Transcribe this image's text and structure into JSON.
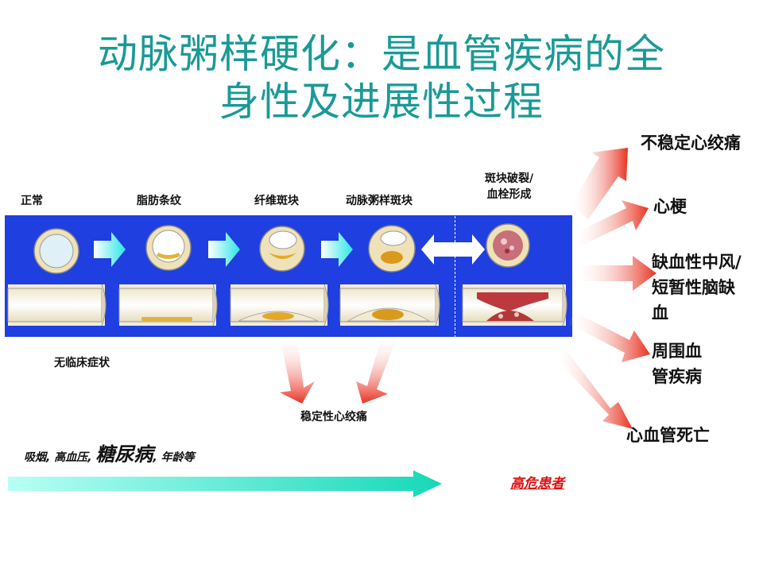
{
  "title": {
    "line1": "动脉粥样硬化：是血管疾病的全",
    "line2": "身性及进展性过程"
  },
  "stages": [
    {
      "label": "正常"
    },
    {
      "label": "脂肪条纹"
    },
    {
      "label": "纤维斑块"
    },
    {
      "label": "动脉粥样斑块"
    },
    {
      "label_line1": "斑块破裂/",
      "label_line2": "血栓形成"
    }
  ],
  "asymptomatic_label": "无临床症状",
  "stable_angina_label": "稳定性心绞痛",
  "outcomes": {
    "unstable_angina": "不稳定心绞痛",
    "mi": "心梗",
    "stroke_line1": "缺血性中风/",
    "stroke_line2": "短暂性脑缺",
    "stroke_line3": "血",
    "pvd_line1": "周围血",
    "pvd_line2": "管疾病",
    "cv_death": "心血管死亡"
  },
  "risk_factors": {
    "prefix": "吸烟, 高血压, ",
    "emphasis": "糖尿病",
    "suffix": ", 年龄等"
  },
  "high_risk_label": "高危患者",
  "colors": {
    "title": "#1a9a96",
    "band": "#1f3fe0",
    "arrow_red": "#e8311f",
    "arrow_teal": "#16d8b8",
    "high_risk": "#dd1111"
  }
}
